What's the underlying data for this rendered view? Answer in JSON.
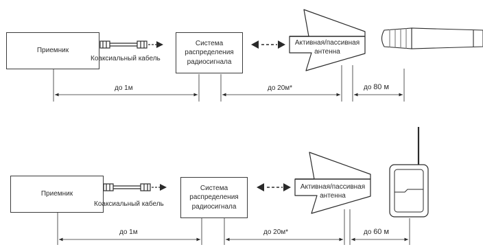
{
  "top": {
    "receiver": "Приемник",
    "cable_label": "Коаксиальный кабель",
    "distribution_lines": [
      "Система",
      "распределения",
      "радиосигнала"
    ],
    "antenna": "Активная/пассивная антенна",
    "dist1": "до 1м",
    "dist2": "до 20м*",
    "dist3_prefix": "до",
    "dist3_value": "80 м"
  },
  "bottom": {
    "receiver": "Приемник",
    "cable_label": "Коаксиальный кабель",
    "distribution_lines": [
      "Система",
      "распределения",
      "радиосигнала"
    ],
    "antenna": "Активная/пассивная антенна",
    "dist1": "до 1м",
    "dist2": "до 20м*",
    "dist3_prefix": "до",
    "dist3_value": "60 м"
  },
  "icons": {
    "transmitter_top": "handheld-microphone-icon",
    "transmitter_bottom": "bodypack-transmitter-icon",
    "antenna": "log-periodic-antenna-icon",
    "cable": "coaxial-cable-icon"
  }
}
